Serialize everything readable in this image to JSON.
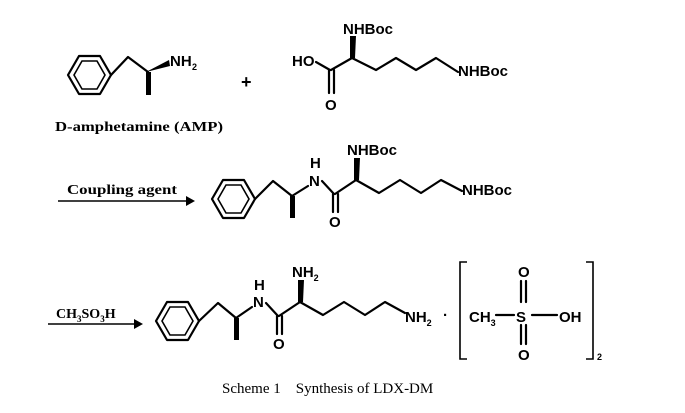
{
  "reactants": {
    "amphetamine_name": "D-amphetamine (AMP)",
    "amine": "NH",
    "amine_sub": "2",
    "plus": "+",
    "lysine_boc_top": "NHBoc",
    "lysine_boc_side": "NHBoc",
    "lysine_hydroxyl": "HO",
    "lysine_oxygen": "O"
  },
  "step1": {
    "reagent": "Coupling agent",
    "amide_h": "H",
    "amide_n": "N",
    "boc_top": "NHBoc",
    "boc_side": "NHBoc",
    "oxygen": "O"
  },
  "step2": {
    "reagent_main": "CH",
    "reagent_sub1": "3",
    "reagent_mid": "SO",
    "reagent_sub2": "3",
    "reagent_end": "H",
    "amide_h": "H",
    "amide_n": "N",
    "oxygen": "O",
    "amine_top": "NH",
    "amine_top_sub": "2",
    "amine_side": "NH",
    "amine_side_sub": "2",
    "dot": "·",
    "salt_ch": "CH",
    "salt_ch_sub": "3",
    "salt_s": "S",
    "salt_oh": "OH",
    "salt_o_top": "O",
    "salt_o_bottom": "O",
    "salt_count": "2"
  },
  "caption": "Scheme 1    Synthesis of LDX-DM"
}
